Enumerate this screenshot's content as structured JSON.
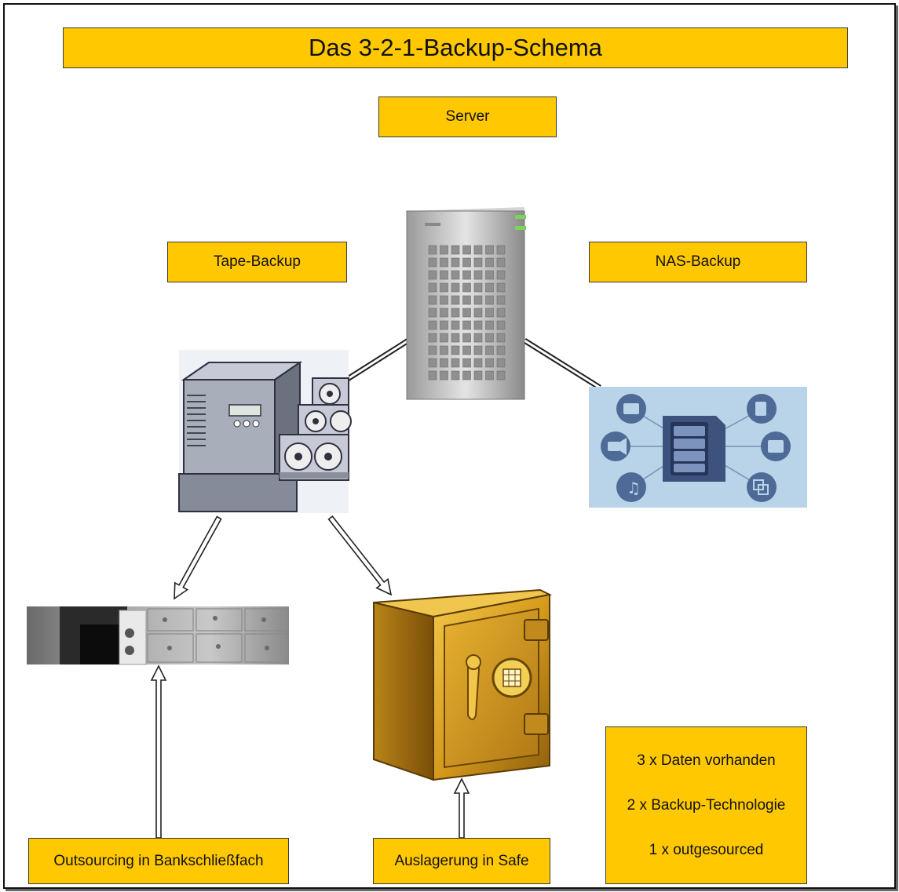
{
  "diagram": {
    "title": "Das 3-2-1-Backup-Schema",
    "nodes": {
      "server": "Server",
      "tape_backup": "Tape-Backup",
      "nas_backup": "NAS-Backup",
      "outsourcing": "Outsourcing in Bankschließfach",
      "safe": "Auslagerung in Safe"
    },
    "summary": [
      "3 x Daten vorhanden",
      "2 x Backup-Technologie",
      "1 x outgesourced"
    ],
    "colors": {
      "label_fill": "#ffc800",
      "label_border": "#3a3a3a",
      "frame": "#111111",
      "nas_background": "#b9d3e8",
      "safe_gold": "#d9a520"
    },
    "edges": [
      {
        "from": "server",
        "to": "tape_backup",
        "style": "double-line"
      },
      {
        "from": "server",
        "to": "nas_backup",
        "style": "double-line"
      },
      {
        "from": "tape_backup",
        "to": "outsourcing",
        "style": "hollow-arrow"
      },
      {
        "from": "tape_backup",
        "to": "safe",
        "style": "hollow-arrow"
      },
      {
        "from": "outsourcing",
        "to": "bank-locker-image",
        "style": "hollow-arrow"
      },
      {
        "from": "safe",
        "to": "safe-image",
        "style": "hollow-arrow"
      }
    ]
  }
}
